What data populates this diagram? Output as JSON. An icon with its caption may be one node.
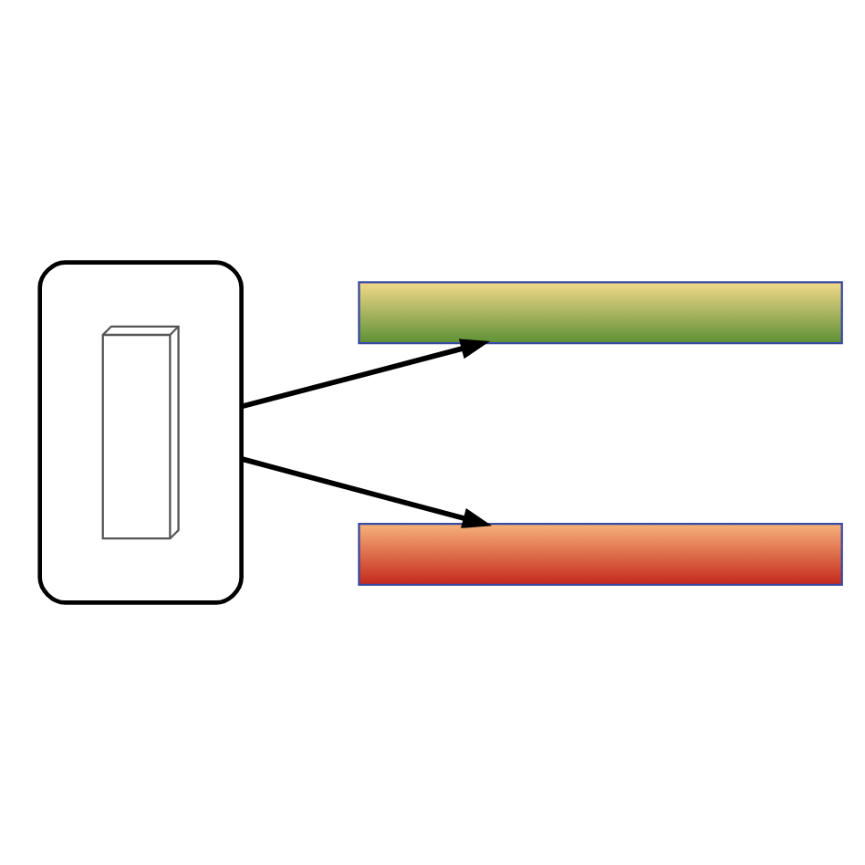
{
  "diagram": {
    "nodes": [
      {
        "text": [],
        "shape": "box"
      },
      {
        "text": [],
        "shape": "box",
        "in": 0
      },
      {
        "text": [],
        "shape": "bar"
      },
      {
        "text": [],
        "shape": "bar"
      }
    ],
    "edges": [
      {
        "from": 0,
        "to": 2,
        "arrow": "to"
      },
      {
        "from": 0,
        "to": 3,
        "arrow": "to"
      }
    ]
  }
}
